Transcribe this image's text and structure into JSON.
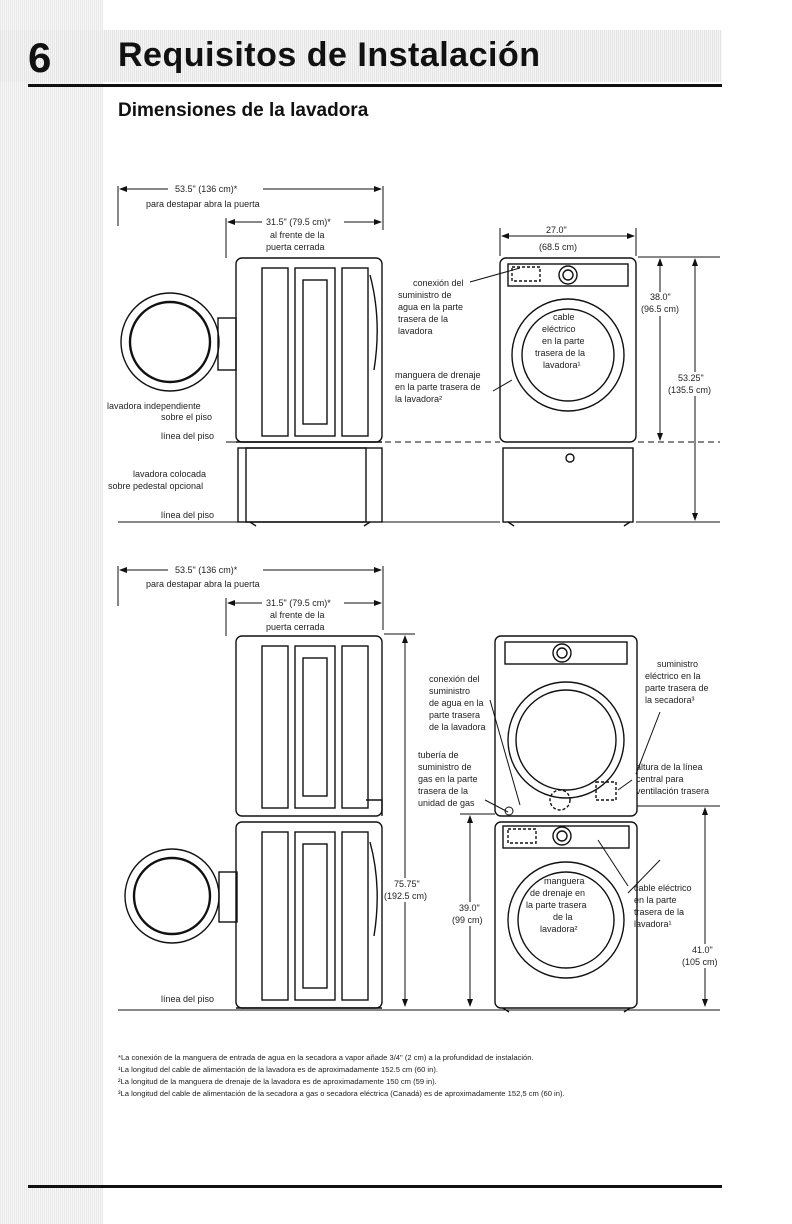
{
  "header": {
    "section_number": "6",
    "title": "Requisitos de Instalación",
    "subtitle": "Dimensiones de la lavadora"
  },
  "diagram_top": {
    "dim_open_door": "53.5\" (136 cm)*",
    "dim_open_door_note": "para destapar abra la puerta",
    "dim_closed_door": "31.5\" (79.5 cm)*",
    "dim_closed_door_note_1": "al frente de la",
    "dim_closed_door_note_2": "puerta cerrada",
    "dim_width": "27.0\"",
    "dim_width_cm": "(68.5 cm)",
    "dim_height": "38.0\"",
    "dim_height_cm": "(96.5 cm)",
    "dim_total_height": "53.25\"",
    "dim_total_height_cm": "(135.5 cm)",
    "water_label": [
      "conexión del",
      "suministro de",
      "agua en la parte",
      "trasera de la",
      "lavadora"
    ],
    "drain_label": [
      "manguera de drenaje",
      "en la parte trasera de",
      "la lavadora²"
    ],
    "power_label": [
      "cable",
      "eléctrico",
      "en la parte",
      "trasera de la",
      "lavadora¹"
    ],
    "standalone_label": [
      "lavadora independiente",
      "sobre el piso"
    ],
    "floor_line_1": "línea del piso",
    "pedestal_label": [
      "lavadora colocada",
      "sobre pedestal opcional"
    ],
    "floor_line_2": "línea del piso"
  },
  "diagram_bottom": {
    "dim_open_door": "53.5\" (136 cm)*",
    "dim_open_door_note": "para destapar abra la puerta",
    "dim_closed_door": "31.5\" (79.5 cm)*",
    "dim_closed_door_note_1": "al frente de la",
    "dim_closed_door_note_2": "puerta cerrada",
    "dim_stack_height": "75.75\"",
    "dim_stack_height_cm": "(192.5 cm)",
    "dim_washer_height": "39.0\"",
    "dim_washer_height_cm": "(99 cm)",
    "dim_vent_height": "41.0\"",
    "dim_vent_height_cm": "(105 cm)",
    "water_label": [
      "conexión del",
      "suministro",
      "de agua en la",
      "parte trasera",
      "de la lavadora"
    ],
    "gas_label": [
      "tubería de",
      "suministro de",
      "gas en la parte",
      "trasera de la",
      "unidad de gas"
    ],
    "dryer_power_label": [
      "suministro",
      "eléctrico en la",
      "parte trasera de",
      "la secadora³"
    ],
    "vent_label": [
      "altura de la línea",
      "central para",
      "ventilación trasera"
    ],
    "washer_power_label": [
      "cable eléctrico",
      "en la parte",
      "trasera de la",
      "lavadora¹"
    ],
    "drain_label": [
      "manguera",
      "de drenaje en",
      "la parte trasera",
      "de la",
      "lavadora²"
    ],
    "floor_line": "línea del piso"
  },
  "footnotes": [
    "*La conexión de la manguera de entrada de agua en la secadora a vapor añade 3/4\" (2 cm) a la profundidad de instalación.",
    "¹La longitud del cable de alimentación de la lavadora es de aproximadamente 152.5 cm (60 in).",
    "²La longitud de la manguera de drenaje de la lavadora es de aproximadamente 150 cm (59 in).",
    "³La longitud del cable de alimentación de la secadora a gas o secadora eléctrica (Canadá) es de aproximadamente 152,5 cm (60 in)."
  ]
}
